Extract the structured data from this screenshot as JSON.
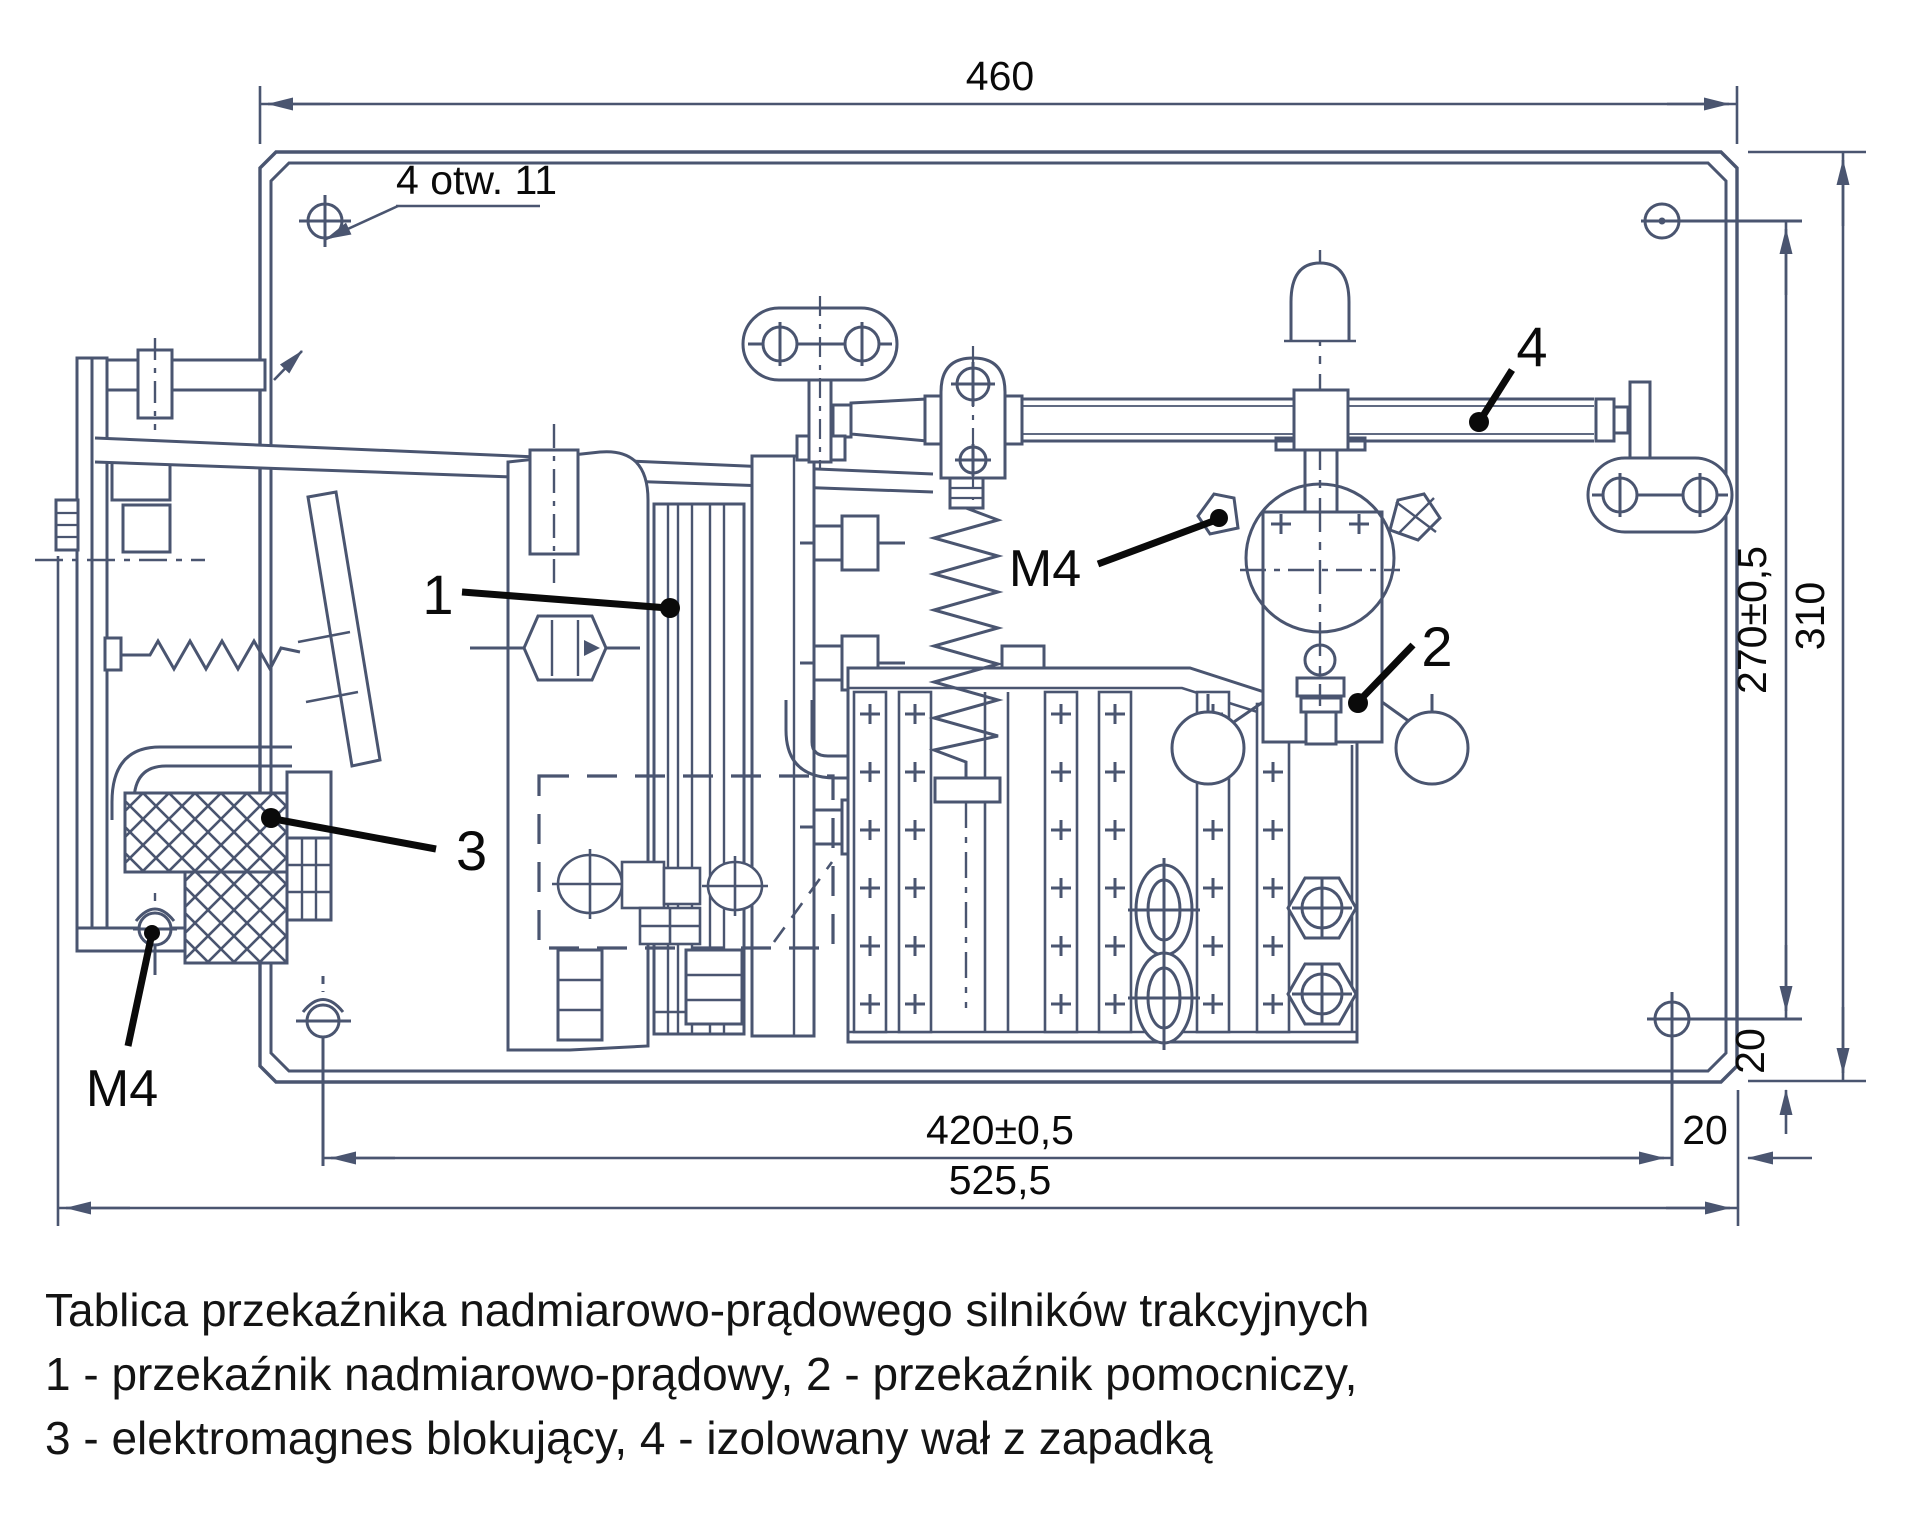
{
  "drawing": {
    "holes_label": "4 otw. 11",
    "dimensions": {
      "top_width": "460",
      "right_inner": "270±0,5",
      "right_outer": "310",
      "bottom_inner": "420±0,5",
      "bottom_outer": "525,5",
      "offset_right": "20",
      "offset_bottom": "20"
    },
    "part_labels": {
      "overcurrent_relay": "1",
      "auxiliary_relay": "2",
      "blocking_electromagnet": "3",
      "insulated_shaft": "4",
      "thread_left": "M4",
      "thread_right": "M4"
    }
  },
  "caption": {
    "title": "Tablica przekaźnika nadmiarowo-prądowego silników trakcyjnych",
    "line2": "1 - przekaźnik nadmiarowo-prądowy, 2 - przekaźnik pomocniczy,",
    "line3": "3 - elektromagnes blokujący, 4 - izolowany wał z zapadką"
  },
  "colors": {
    "line": "#4a5570",
    "label": "#0a0a0a",
    "background": "#ffffff"
  }
}
